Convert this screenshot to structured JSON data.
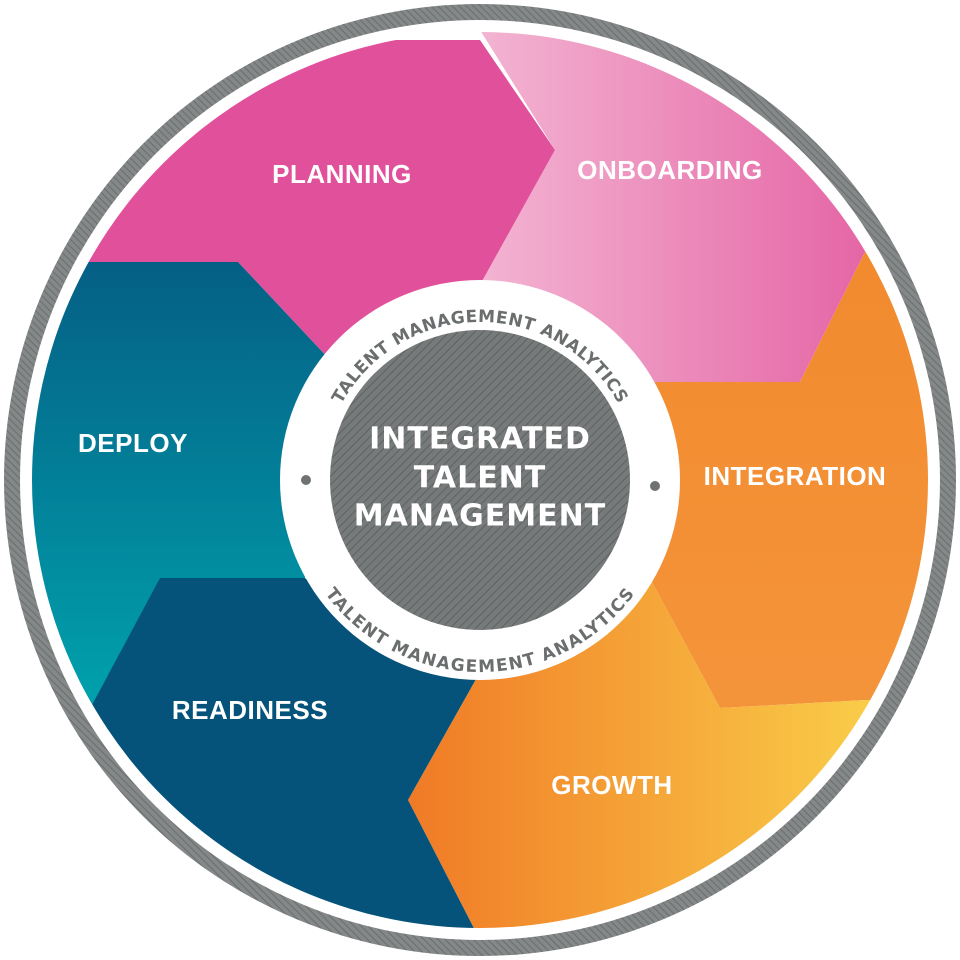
{
  "diagram": {
    "segments": [
      {
        "key": "planning",
        "label": "PLANNING"
      },
      {
        "key": "onboarding",
        "label": "ONBOARDING"
      },
      {
        "key": "integration",
        "label": "INTEGRATION"
      },
      {
        "key": "growth",
        "label": "GROWTH"
      },
      {
        "key": "readiness",
        "label": "READINESS"
      },
      {
        "key": "deploy",
        "label": "DEPLOY"
      }
    ],
    "center": {
      "lines": [
        "INTEGRATED",
        "TALENT",
        "MANAGEMENT"
      ]
    },
    "ring": {
      "top_text": "TALENT MANAGEMENT ANALYTICS",
      "bottom_text": "TALENT MANAGEMENT ANALYTICS"
    },
    "colors": {
      "planning": "#e0509a",
      "onboarding": "#e878b4",
      "integration": "#f28c30",
      "growth": "#f7a83a",
      "readiness": "#045a80",
      "deploy": "#0a8aa0",
      "rim": "#7a7d7d",
      "hub": "#6f7272"
    }
  }
}
